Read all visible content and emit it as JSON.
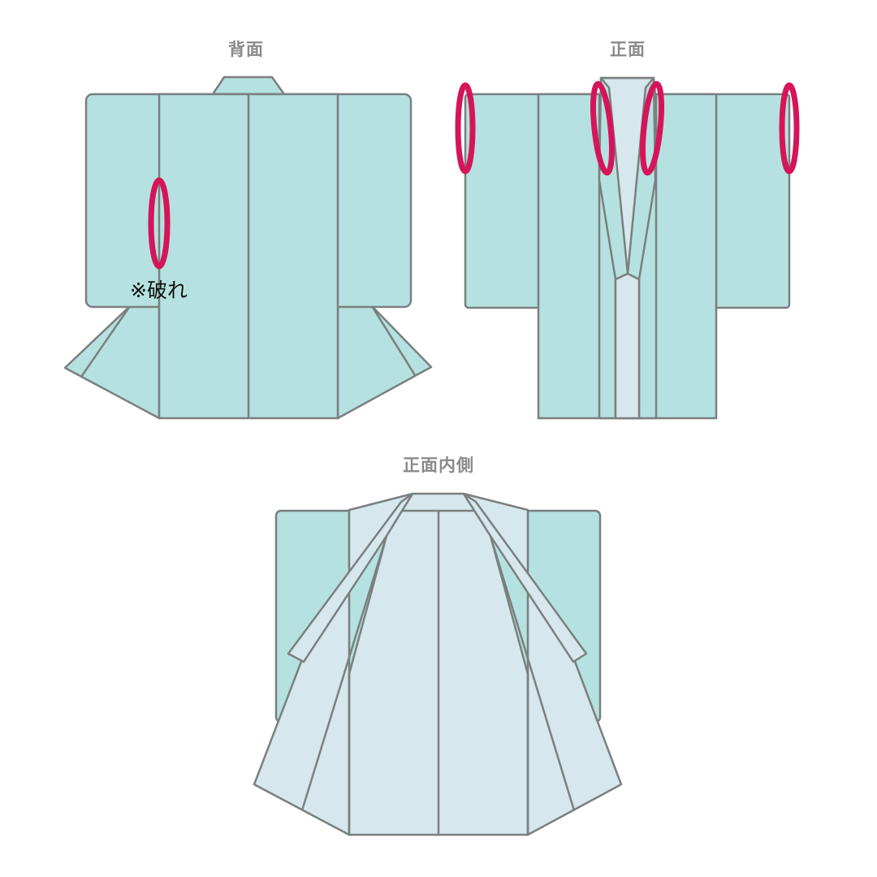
{
  "colors": {
    "body_fabric": "#b5e2e0",
    "lining_fabric": "#d6e8ee",
    "outline": "#7a7f80",
    "damage_marker": "#d6145a",
    "title_text": "#8a8a8a"
  },
  "views": [
    {
      "id": "back",
      "title": "背面",
      "markers": 1,
      "note": "※破れ"
    },
    {
      "id": "front",
      "title": "正面",
      "markers": 4
    },
    {
      "id": "front-inside",
      "title": "正面内側",
      "markers": 0
    }
  ]
}
